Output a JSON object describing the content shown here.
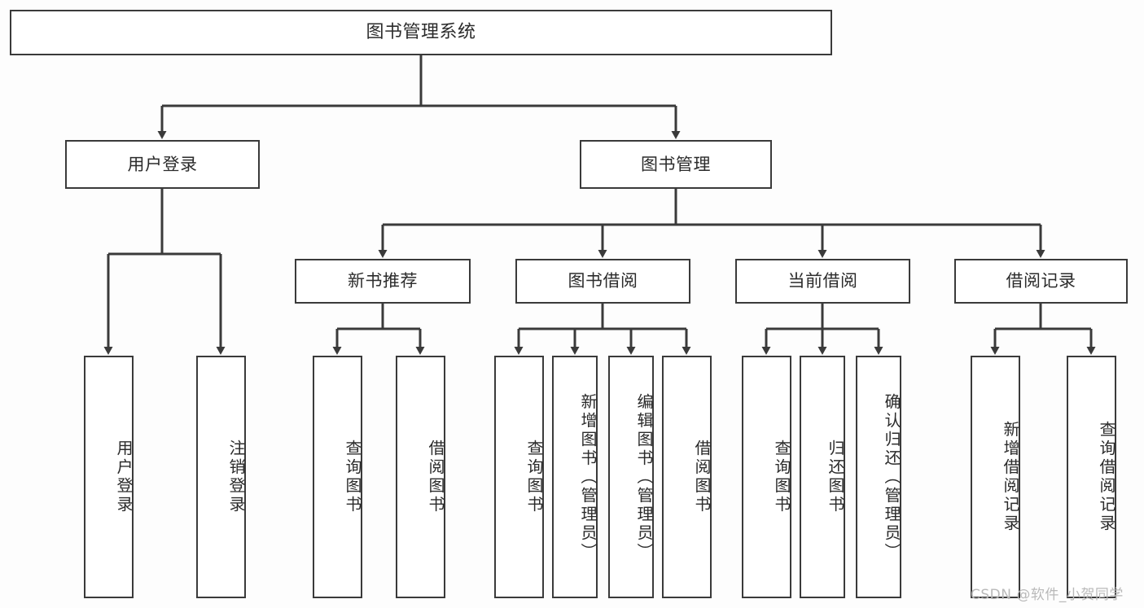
{
  "diagram": {
    "title": "图书管理系统",
    "type": "tree-hierarchy-functional-decomposition",
    "background_color": "#fdfdfd",
    "line_color": "#3a3a3a",
    "box_fill": "#ffffff",
    "levels": 4
  },
  "root": {
    "label": "图书管理系统"
  },
  "level2": [
    {
      "label": "用户登录"
    },
    {
      "label": "图书管理"
    }
  ],
  "level3": [
    {
      "label": "新书推荐"
    },
    {
      "label": "图书借阅"
    },
    {
      "label": "当前借阅"
    },
    {
      "label": "借阅记录"
    }
  ],
  "leaves": {
    "user_login": [
      {
        "label": "用户登录"
      },
      {
        "label": "注销登录"
      }
    ],
    "new_book_recommend": [
      {
        "label": "查询图书"
      },
      {
        "label": "借阅图书"
      }
    ],
    "book_borrow": [
      {
        "label": "查询图书"
      },
      {
        "label": "新增图书（管理员）"
      },
      {
        "label": "编辑图书（管理员）"
      },
      {
        "label": "借阅图书"
      }
    ],
    "current_borrow": [
      {
        "label": "查询图书"
      },
      {
        "label": "归还图书"
      },
      {
        "label": "确认归还（管理员）"
      }
    ],
    "borrow_records": [
      {
        "label": "新增借阅记录"
      },
      {
        "label": "查询借阅记录"
      }
    ]
  },
  "watermark": {
    "text": "CSDN @软件_小贺同学"
  }
}
